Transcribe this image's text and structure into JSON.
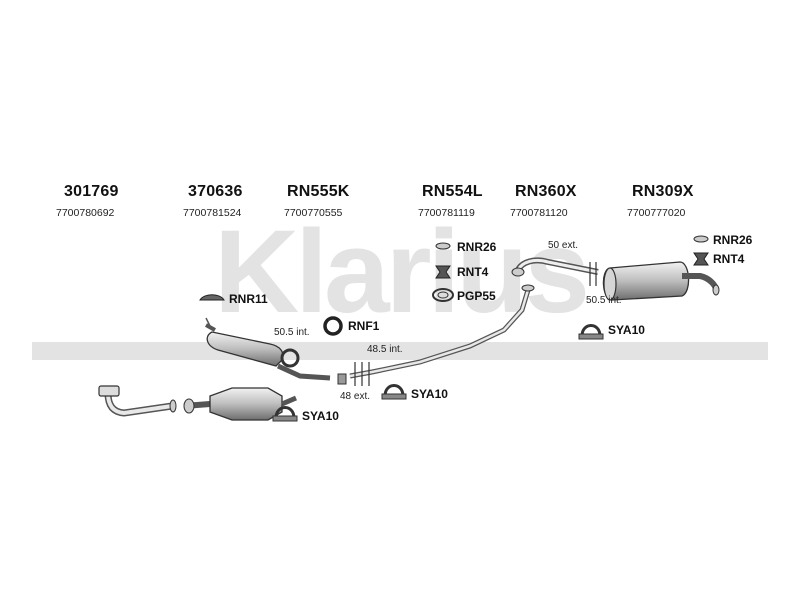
{
  "watermark": {
    "text": "Klarius",
    "color": "#e3e3e3"
  },
  "columns": [
    {
      "code": "301769",
      "oem": "7700780692"
    },
    {
      "code": "370636",
      "oem": "7700781524"
    },
    {
      "code": "RN555K",
      "oem": "7700770555"
    },
    {
      "code": "RN554L",
      "oem": "7700781119"
    },
    {
      "code": "RN360X",
      "oem": "7700781120"
    },
    {
      "code": "RN309X",
      "oem": "7700777020"
    }
  ],
  "fittings": {
    "rnr11": "RNR11",
    "rnf1": "RNF1",
    "rnr26_a": "RNR26",
    "rnt4_a": "RNT4",
    "pgp55": "PGP55",
    "rnr26_b": "RNR26",
    "rnt4_b": "RNT4",
    "sya10_a": "SYA10",
    "sya10_b": "SYA10",
    "sya10_c": "SYA10"
  },
  "dimensions": {
    "d1": "50.5 int.",
    "d2": "48.5 int.",
    "d3": "48 ext.",
    "d4": "50 ext.",
    "d5": "50.5 int."
  }
}
